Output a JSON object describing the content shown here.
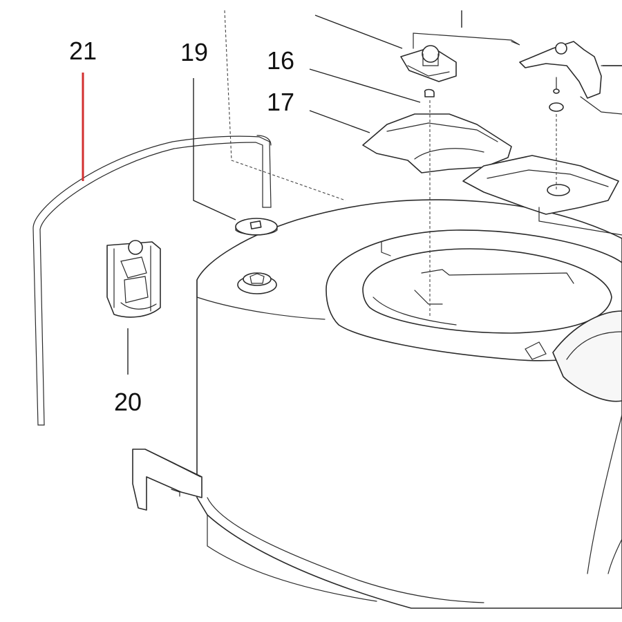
{
  "diagram": {
    "callouts": [
      {
        "id": "21",
        "label": "21"
      },
      {
        "id": "19",
        "label": "19"
      },
      {
        "id": "16",
        "label": "16"
      },
      {
        "id": "17",
        "label": "17"
      },
      {
        "id": "20",
        "label": "20"
      }
    ],
    "highlight_color": "#d32f2f",
    "line_color": "#2a2a2a"
  }
}
